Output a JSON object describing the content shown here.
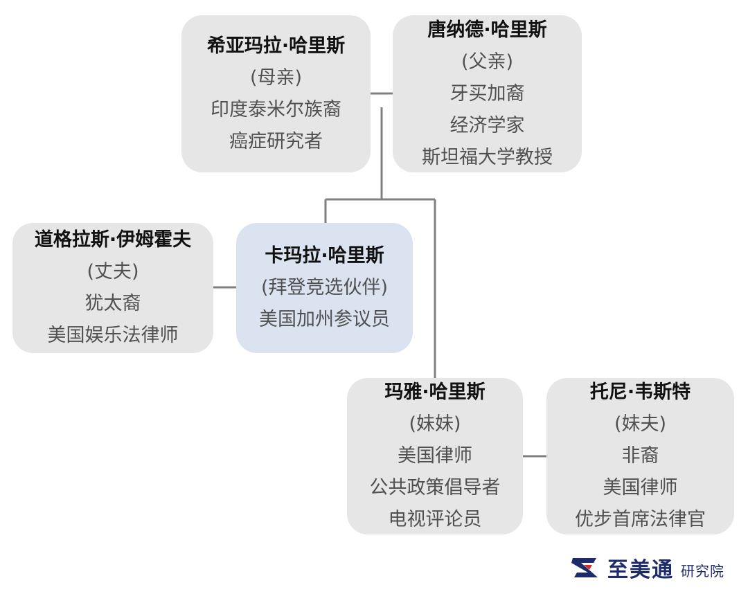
{
  "nodes": {
    "mother": {
      "name": "希亚玛拉·哈里斯",
      "lines": [
        "(母亲)",
        "印度泰米尔族裔",
        "癌症研究者"
      ]
    },
    "father": {
      "name": "唐纳德·哈里斯",
      "lines": [
        "(父亲)",
        "牙买加裔",
        "经济学家",
        "斯坦福大学教授"
      ]
    },
    "husband": {
      "name": "道格拉斯·伊姆霍夫",
      "lines": [
        "(丈夫)",
        "犹太裔",
        "美国娱乐法律师"
      ]
    },
    "kamala": {
      "name": "卡玛拉·哈里斯",
      "lines": [
        "(拜登竞选伙伴)",
        "美国加州参议员"
      ]
    },
    "sister": {
      "name": "玛雅·哈里斯",
      "lines": [
        "(妹妹)",
        "美国律师",
        "公共政策倡导者",
        "电视评论员"
      ]
    },
    "brotherinlaw": {
      "name": "托尼·韦斯特",
      "lines": [
        "(妹夫)",
        "非裔",
        "美国律师",
        "优步首席法律官"
      ]
    }
  },
  "footer": {
    "brand": "至美通",
    "sub": "研究院"
  },
  "colors": {
    "box": "#e6e6e6",
    "highlight": "#dbe3f1",
    "line": "#808080",
    "brand": "#1d2b6b",
    "logo_accent": "#d62b2b"
  }
}
